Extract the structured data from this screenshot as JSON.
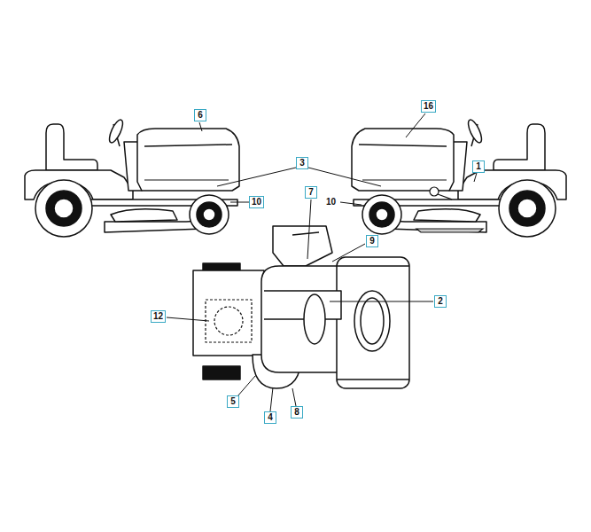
{
  "diagram": {
    "labels": [
      "6",
      "16",
      "3",
      "1",
      "10",
      "10",
      "7",
      "9",
      "2",
      "12",
      "5",
      "4",
      "8"
    ]
  }
}
